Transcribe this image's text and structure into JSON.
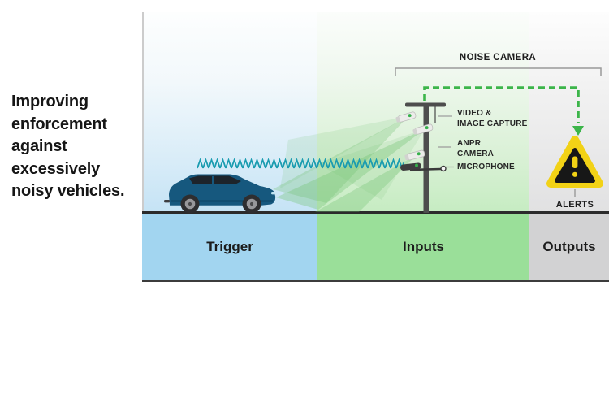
{
  "headline": "Improving enforcement against excessively noisy vehicles.",
  "noise_camera": {
    "label": "NOISE CAMERA"
  },
  "equipment": {
    "video_line1": "VIDEO &",
    "video_line2": "IMAGE CAPTURE",
    "anpr_line1": "ANPR",
    "anpr_line2": "CAMERA",
    "microphone": "MICROPHONE"
  },
  "alerts": {
    "label": "ALERTS"
  },
  "zones": {
    "trigger": "Trigger",
    "inputs": "Inputs",
    "outputs": "Outputs"
  },
  "colors": {
    "trigger_blue": "#a2d5f0",
    "inputs_green": "#9adf99",
    "outputs_gray": "#d2d2d3",
    "dash_green": "#3cb54a",
    "beam_green": "#6fc06f",
    "wave_teal": "#1a9cb0",
    "warning_yellow": "#f2d216",
    "car_blue": "#16587e",
    "road_dark": "#2b2b2b"
  }
}
